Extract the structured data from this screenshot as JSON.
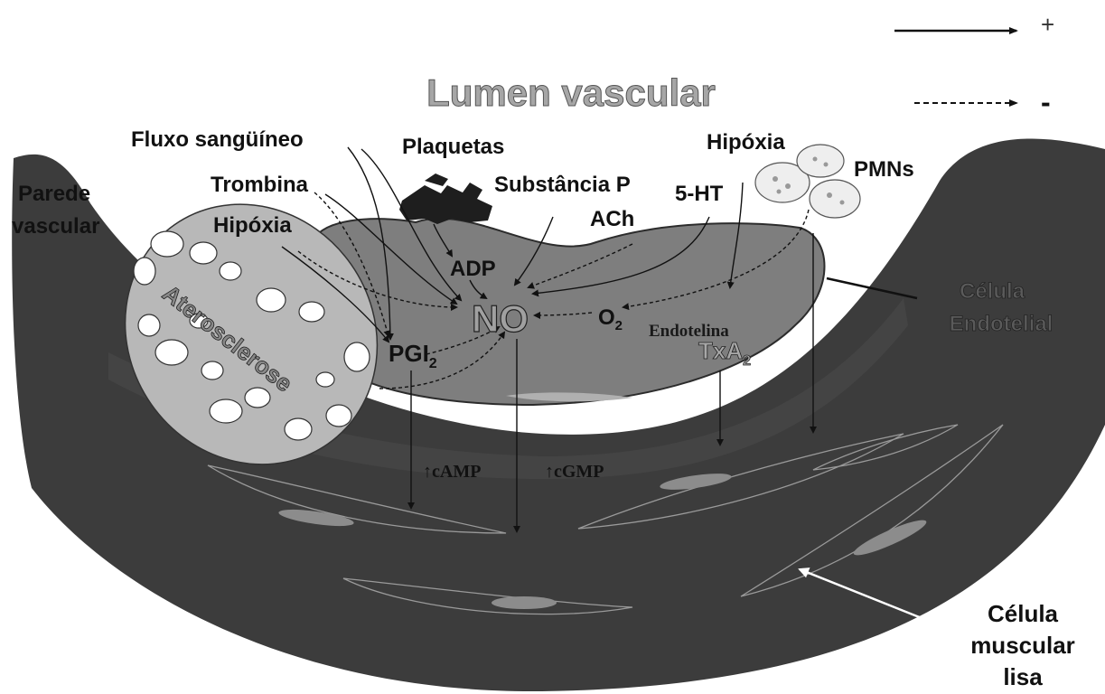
{
  "legend": {
    "activation_symbol": "+",
    "inhibition_symbol": "-"
  },
  "title": "Lumen vascular",
  "labels": {
    "parede_line1": "Parede",
    "parede_line2": "vascular",
    "fluxo": "Fluxo sangüíneo",
    "plaquetas": "Plaquetas",
    "trombina": "Trombina",
    "hipoxia_left": "Hipóxia",
    "substancia_p": "Substância P",
    "ach": "ACh",
    "ht5": "5-HT",
    "hipoxia_right": "Hipóxia",
    "pmns": "PMNs",
    "adp": "ADP",
    "no": "NO",
    "o2_main": "O",
    "o2_sub": "2",
    "endotelina": "Endotelina",
    "txa2_main": "TxA",
    "txa2_sub": "2",
    "pgi2_main": "PGI",
    "pgi2_sub": "2",
    "aterosclerose": "Aterosclerose",
    "camp": "↑cAMP",
    "cgmp": "↑cGMP",
    "celula_endotelial_line1": "Célula",
    "celula_endotelial_line2": "Endotelial",
    "celula_muscular_line1": "Célula",
    "celula_muscular_line2": "muscular",
    "celula_muscular_line3": "lisa"
  },
  "colors": {
    "wall": "#3c3c3c",
    "endothelium": "#7e7e7e",
    "plaque": "#b8b8b8",
    "arrow": "#111111",
    "title_fill": "#a6a6a6"
  }
}
